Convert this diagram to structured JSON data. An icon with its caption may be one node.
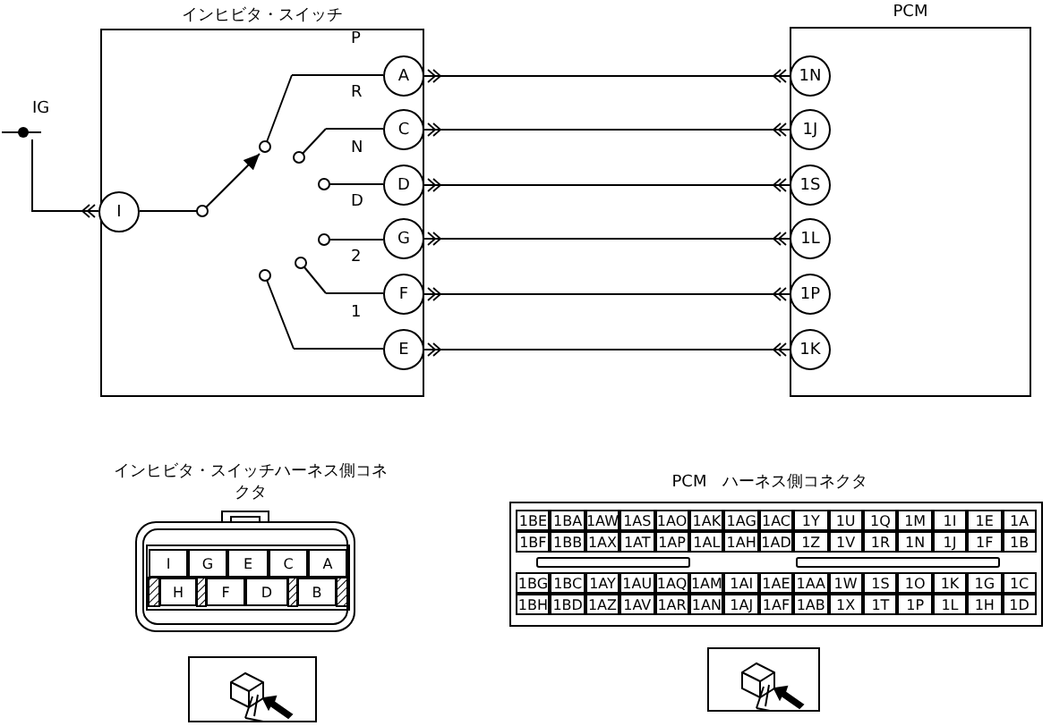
{
  "diagram": {
    "nodes": [
      {
        "text": [
          "インヒビタ・スイッチ"
        ]
      },
      {
        "text": [
          "I"
        ],
        "in": 0
      },
      {
        "text": [
          "A"
        ],
        "in": 0,
        "beside": [
          "P"
        ]
      },
      {
        "text": [
          "C"
        ],
        "in": 0,
        "beside": [
          "R"
        ]
      },
      {
        "text": [
          "D"
        ],
        "in": 0,
        "beside": [
          "N"
        ]
      },
      {
        "text": [
          "G"
        ],
        "in": 0,
        "beside": [
          "D"
        ]
      },
      {
        "text": [
          "F"
        ],
        "in": 0,
        "beside": [
          "2"
        ]
      },
      {
        "text": [
          "E"
        ],
        "in": 0,
        "beside": [
          "1"
        ]
      },
      {
        "text": [
          "PCM"
        ]
      },
      {
        "text": [
          "1N"
        ],
        "in": 8
      },
      {
        "text": [
          "1J"
        ],
        "in": 8
      },
      {
        "text": [
          "1S"
        ],
        "in": 8
      },
      {
        "text": [
          "1L"
        ],
        "in": 8
      },
      {
        "text": [
          "1P"
        ],
        "in": 8
      },
      {
        "text": [
          "1K"
        ],
        "in": 8
      },
      {
        "text": [
          "IG"
        ]
      }
    ],
    "edges": [
      {
        "from": 15,
        "to": 1,
        "arrow": "other"
      },
      {
        "from": 2,
        "to": 9,
        "arrow": "other"
      },
      {
        "from": 3,
        "to": 10,
        "arrow": "other"
      },
      {
        "from": 4,
        "to": 11,
        "arrow": "other"
      },
      {
        "from": 5,
        "to": 12,
        "arrow": "other"
      },
      {
        "from": 6,
        "to": 13,
        "arrow": "other"
      },
      {
        "from": 7,
        "to": 14,
        "arrow": "other"
      }
    ],
    "labels": [
      "インヒビタ・スイッチハーネス側コネクタ",
      "I",
      "G",
      "E",
      "C",
      "A",
      "H",
      "F",
      "D",
      "B",
      "PCM　ハーネス側コネクタ",
      "1BE",
      "1BA",
      "1AW",
      "1AS",
      "1AO",
      "1AK",
      "1AG",
      "1AC",
      "1Y",
      "1U",
      "1Q",
      "1M",
      "1I",
      "1E",
      "1A",
      "1BF",
      "1BB",
      "1AX",
      "1AT",
      "1AP",
      "1AL",
      "1AH",
      "1AD",
      "1Z",
      "1V",
      "1R",
      "1N",
      "1J",
      "1F",
      "1B",
      "1BG",
      "1BC",
      "1AY",
      "1AU",
      "1AQ",
      "1AM",
      "1AI",
      "1AE",
      "1AA",
      "1W",
      "1S",
      "1O",
      "1K",
      "1G",
      "1C",
      "1BH",
      "1BD",
      "1AZ",
      "1AV",
      "1AR",
      "1AN",
      "1AJ",
      "1AF",
      "1AB",
      "1X",
      "1T",
      "1P",
      "1L",
      "1H",
      "1D"
    ]
  }
}
